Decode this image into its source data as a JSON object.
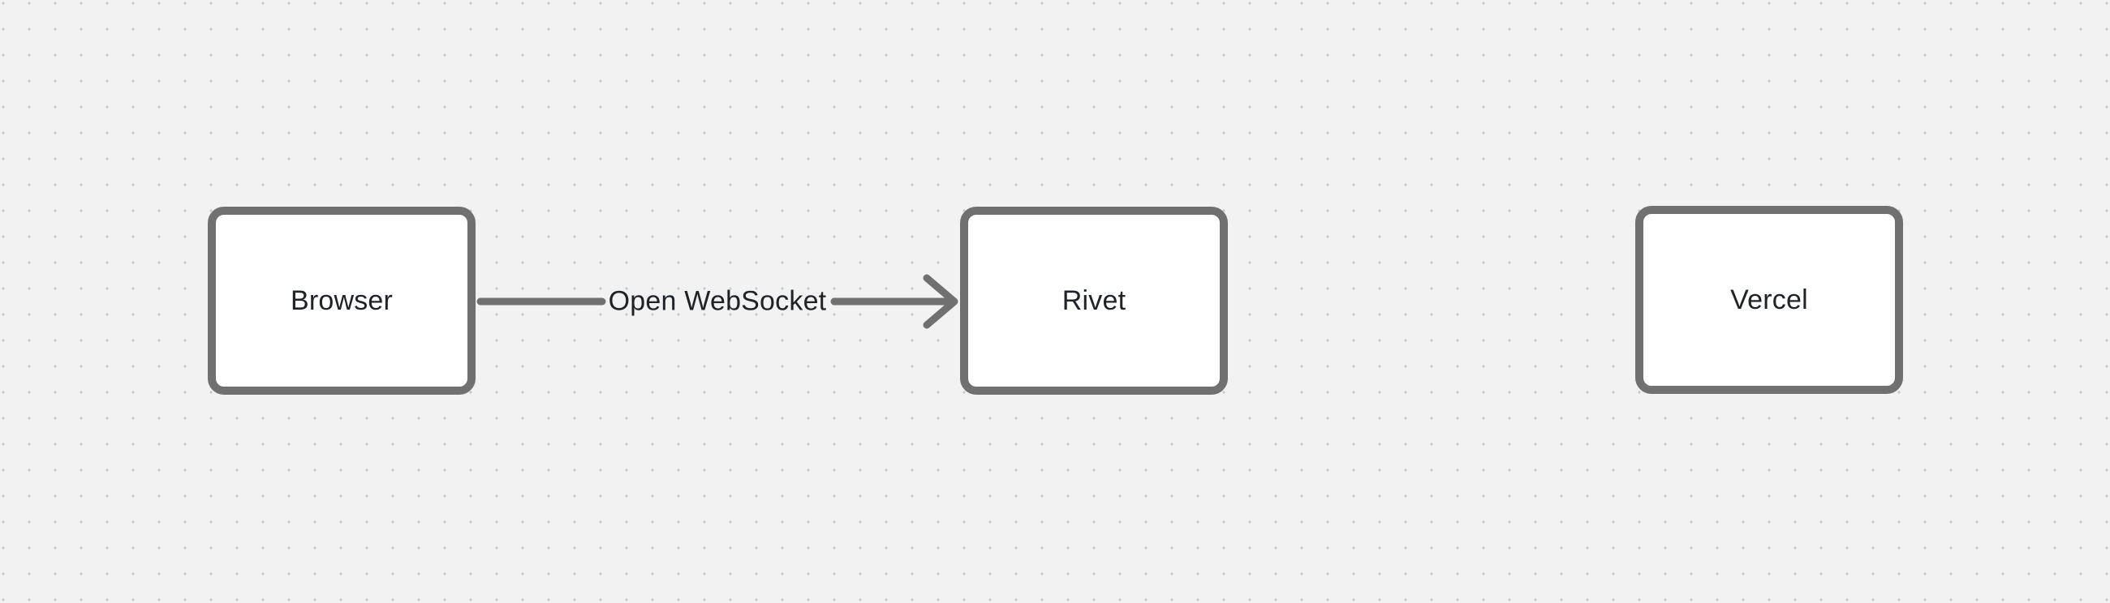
{
  "canvas": {
    "background_color": "#f2f2f2",
    "dot_color": "#c9c9c9",
    "stroke_color": "#707070",
    "node_fill_color": "#ffffff",
    "text_color": "#1f2328"
  },
  "nodes": [
    {
      "id": "browser",
      "label": "Browser"
    },
    {
      "id": "rivet",
      "label": "Rivet"
    },
    {
      "id": "vercel",
      "label": "Vercel"
    }
  ],
  "edges": [
    {
      "from": "browser",
      "to": "rivet",
      "label": "Open WebSocket",
      "direction": "right"
    }
  ]
}
